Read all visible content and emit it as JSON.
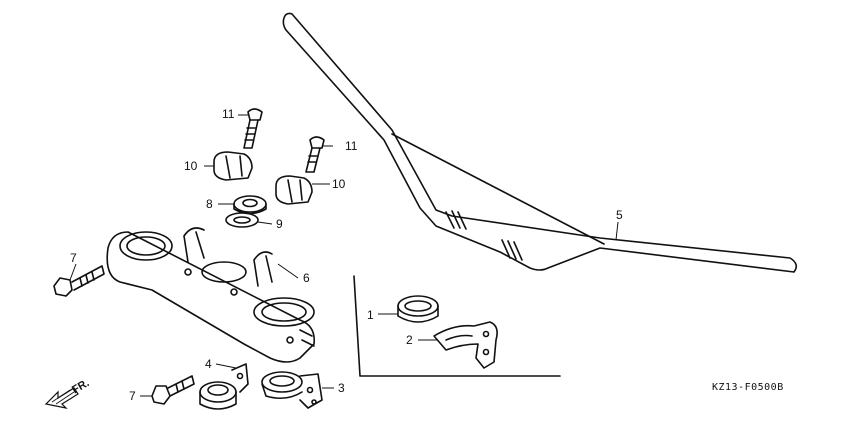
{
  "callouts": {
    "c1": "1",
    "c2": "2",
    "c3": "3",
    "c4": "4",
    "c5": "5",
    "c6": "6",
    "c7a": "7",
    "c7b": "7",
    "c8": "8",
    "c9": "9",
    "c10a": "10",
    "c10b": "10",
    "c11a": "11",
    "c11b": "11"
  },
  "direction_label": "FR.",
  "diagram_code": "KZ13-F0500B"
}
